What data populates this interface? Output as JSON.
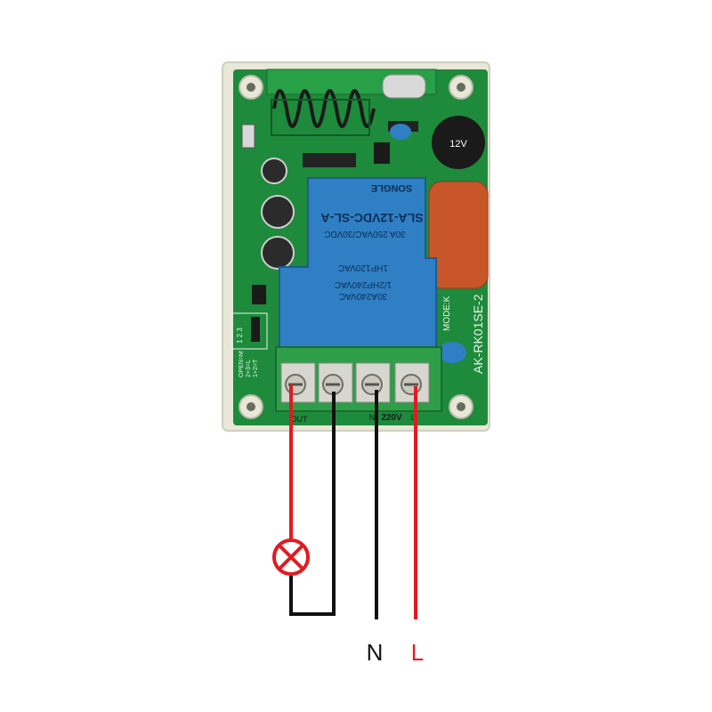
{
  "colors": {
    "background": "#ffffff",
    "enclosure": "#e8e8d8",
    "pcb": "#1e8a3c",
    "relay": "#2f7fc4",
    "capacitor": "#c8562a",
    "terminal_block": "#2e9e49",
    "wire_live": "#e21a22",
    "wire_neutral": "#111111",
    "lamp": "#e21a22"
  },
  "icons": {
    "lamp": "lamp-icon",
    "screw": "screw-icon",
    "buzzer": "buzzer-icon",
    "antenna": "antenna-coil-icon"
  },
  "board": {
    "relay": {
      "line1": "SLA-12VDC-SL-A",
      "line2": "30A 250VAC/30VDC",
      "line3": "1HP120VAC",
      "line4": "1/2HP240VAC",
      "line5": "30A240VAC",
      "brand": "SONGLE"
    },
    "model_text": "AK-RK01SE-2",
    "model_label": "MODE:K",
    "buzzer_label": "12V",
    "jumper": {
      "pins": "1  2  3",
      "note1": "1+2=T",
      "note2": "2+3=L",
      "note3": "OPEN=M"
    },
    "terminal_labels": {
      "out": "OUT",
      "voltage": "220V",
      "neutral": "N",
      "live": "L"
    }
  },
  "wiring": {
    "label_n": "N",
    "label_l": "L"
  }
}
